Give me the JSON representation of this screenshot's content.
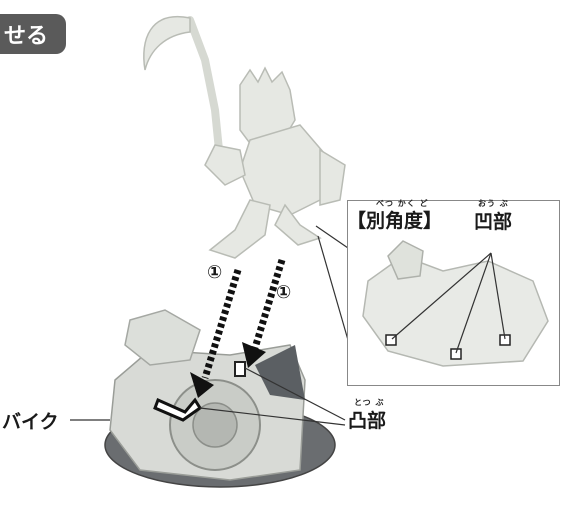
{
  "header": {
    "tab_text": "せる"
  },
  "labels": {
    "bike": "バイク",
    "convex_ruby": "とつ ぶ",
    "convex": "凸部",
    "concave_ruby": "おう ぶ",
    "concave": "凹部",
    "alt_angle_ruby": "べつ かく ど",
    "alt_angle": "【別角度】",
    "step_left": "①",
    "step_right": "①"
  }
}
